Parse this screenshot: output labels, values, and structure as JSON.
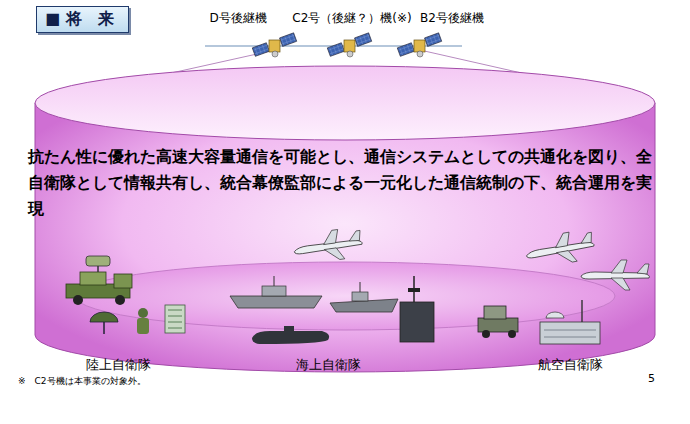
{
  "diagram": {
    "title": "■ 将　来",
    "nodes": [
      {
        "text": [
          "抗たん性に優れた高速大容量通信を可能とし、通信システムとしての共通化を図り、全自衛隊として情報共有し、統合幕僚監部による一元化した通信統制の下、統合運用を実現"
        ]
      }
    ],
    "edges": [],
    "labels": [
      "D号後継機",
      "C2号（後継？）機(※)",
      "B2号後継機",
      "陸上自衛隊",
      "海上自衛隊",
      "航空自衛隊",
      "※　C2号機は本事業の対象外。",
      "5"
    ]
  }
}
